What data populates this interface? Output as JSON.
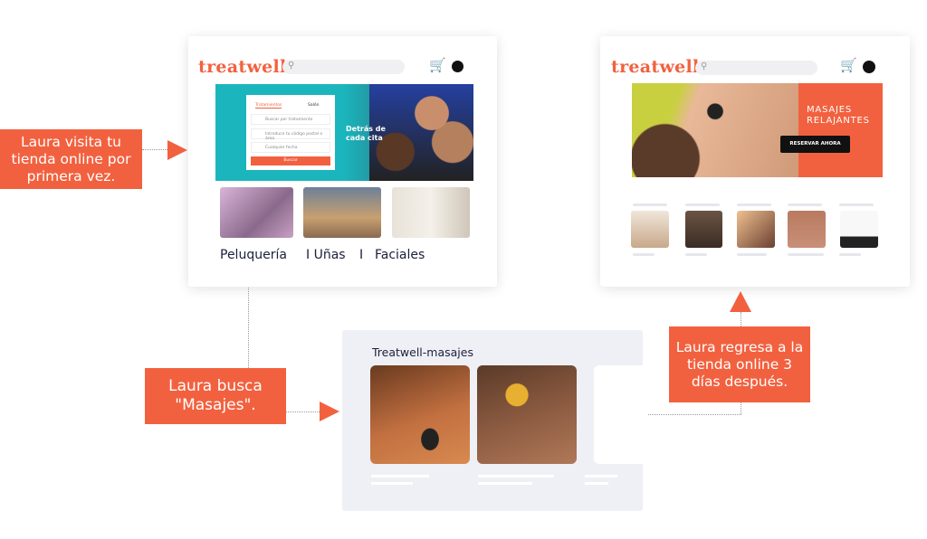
{
  "callouts": {
    "first_visit": "Laura visita tu tienda online por primera vez.",
    "search": "Laura busca \"Masajes\".",
    "return": "Laura regresa a la tienda online 3 días después."
  },
  "screen1": {
    "logo": "treatwell",
    "hero_text": "Detrás de cada cita",
    "form": {
      "tab_treatments": "Tratamientos",
      "tab_salon": "Salón",
      "treatment_placeholder": "Buscar por tratamiento",
      "location_placeholder": "Introduce tu código postal o área",
      "date_placeholder": "Cualquier fecha",
      "search_button": "Buscar"
    },
    "categories": [
      "Peluquería",
      "I Uñas",
      "I",
      "Faciales"
    ]
  },
  "screen2": {
    "logo": "treatwell",
    "banner_title": "MASAJES RELAJANTES",
    "banner_button": "RESERVAR AHORA"
  },
  "screen3": {
    "title": "Treatwell-masajes"
  },
  "colors": {
    "accent": "#f2613f",
    "teal": "#1bb5bd",
    "panel": "#eff0f5"
  }
}
